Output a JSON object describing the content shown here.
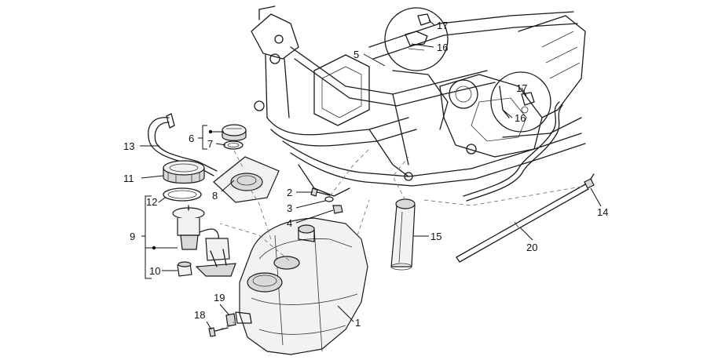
{
  "diagram": {
    "callouts": [
      {
        "id": "c1",
        "text": "1"
      },
      {
        "id": "c2",
        "text": "2"
      },
      {
        "id": "c3",
        "text": "3"
      },
      {
        "id": "c4",
        "text": "4"
      },
      {
        "id": "c5",
        "text": "5"
      },
      {
        "id": "c6",
        "text": "6"
      },
      {
        "id": "c7",
        "text": "7"
      },
      {
        "id": "c8",
        "text": "8"
      },
      {
        "id": "c9",
        "text": "9"
      },
      {
        "id": "c10",
        "text": "10"
      },
      {
        "id": "c11",
        "text": "11"
      },
      {
        "id": "c12",
        "text": "12"
      },
      {
        "id": "c13",
        "text": "13"
      },
      {
        "id": "c14",
        "text": "14"
      },
      {
        "id": "c15",
        "text": "15"
      },
      {
        "id": "c16a",
        "text": "16"
      },
      {
        "id": "c16b",
        "text": "16"
      },
      {
        "id": "c17a",
        "text": "17"
      },
      {
        "id": "c17b",
        "text": "17"
      },
      {
        "id": "c18",
        "text": "18"
      },
      {
        "id": "c19",
        "text": "19"
      },
      {
        "id": "c20",
        "text": "20"
      }
    ]
  }
}
